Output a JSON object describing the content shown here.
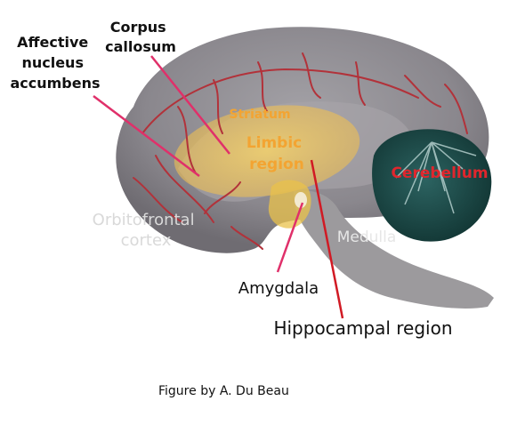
{
  "labels": {
    "affective": [
      "Affective",
      "nucleus",
      "accumbens"
    ],
    "corpus": [
      "Corpus",
      "callosum"
    ],
    "striatum": "Striatum",
    "limbic": [
      "Limbic",
      "region"
    ],
    "orbitofrontal": [
      "Orbitofrontal",
      "cortex"
    ],
    "medulla": "Medulla",
    "amygdala": "Amygdala",
    "cerebellum": "Cerebellum",
    "hippocampal": "Hippocampal region"
  },
  "caption": "Figure by A. Du Beau",
  "colors": {
    "brain": "#8f8c91",
    "brain_dark": "#6d6a70",
    "stem": "#9a989b",
    "cerebellum": "#1f4e4c",
    "limbic_fill": "#f2c75a",
    "vessel": "#b2323a",
    "arrow": "#e0306a",
    "hippocampal_line": "#d11a24",
    "cerebellum_text": "#e0262d",
    "orange_text": "#f3a432",
    "light_text": "#d9d9d9"
  }
}
